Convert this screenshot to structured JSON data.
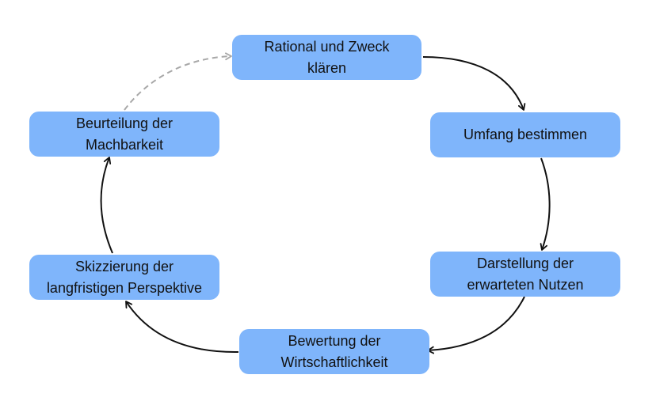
{
  "colors": {
    "node_fill": "#7fb5fb",
    "arrow": "#111111",
    "arrow_dashed": "#a8a8a8",
    "background": "#ffffff"
  },
  "nodes": [
    {
      "id": "rational",
      "label": "Rational und Zweck\nklären"
    },
    {
      "id": "umfang",
      "label": "Umfang bestimmen"
    },
    {
      "id": "nutzen",
      "label": "Darstellung der\nerwarteten Nutzen"
    },
    {
      "id": "wirtschaft",
      "label": "Bewertung der\nWirtschaftlichkeit"
    },
    {
      "id": "perspektive",
      "label": "Skizzierung der\nlangfristigen Perspektive"
    },
    {
      "id": "machbarkeit",
      "label": "Beurteilung der\nMachbarkeit"
    }
  ],
  "edges": [
    {
      "from": "rational",
      "to": "umfang",
      "style": "solid"
    },
    {
      "from": "umfang",
      "to": "nutzen",
      "style": "solid"
    },
    {
      "from": "nutzen",
      "to": "wirtschaft",
      "style": "solid"
    },
    {
      "from": "wirtschaft",
      "to": "perspektive",
      "style": "solid"
    },
    {
      "from": "perspektive",
      "to": "machbarkeit",
      "style": "solid"
    },
    {
      "from": "machbarkeit",
      "to": "rational",
      "style": "dashed"
    }
  ]
}
